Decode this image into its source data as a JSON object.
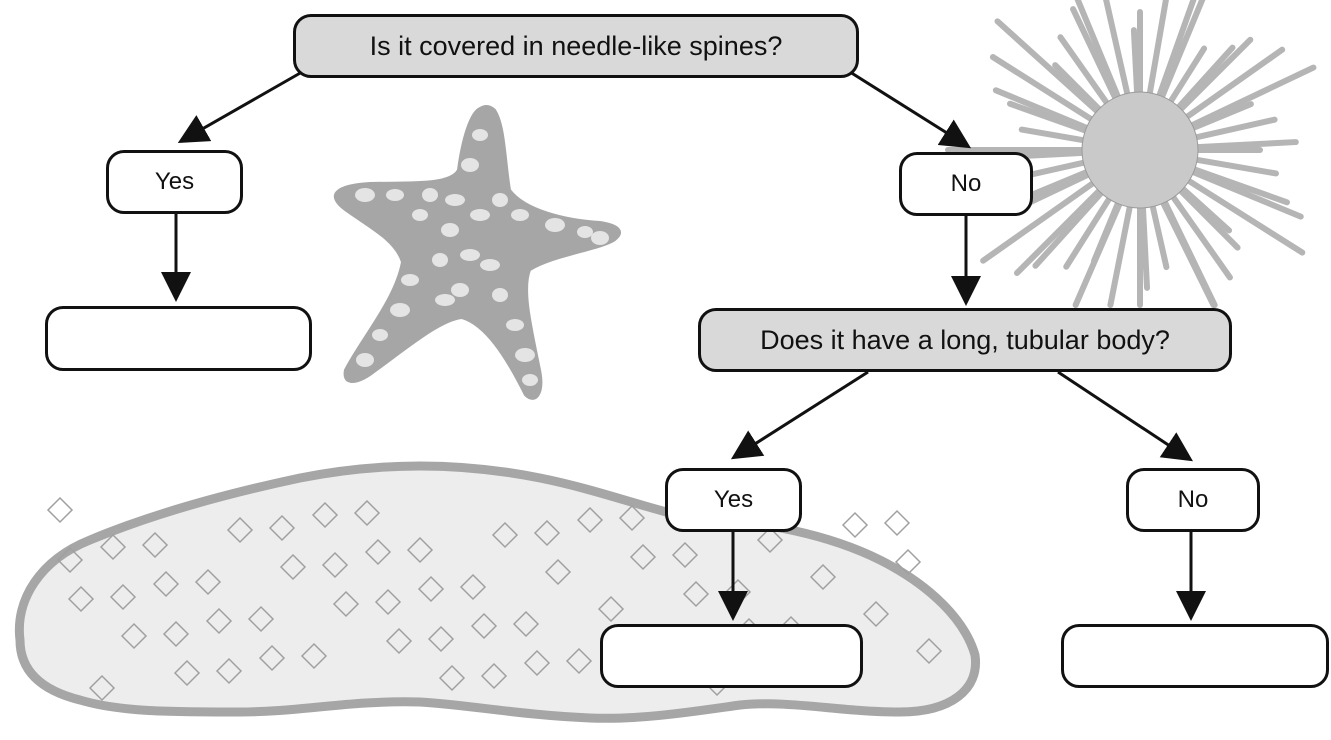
{
  "flowchart": {
    "question_1": "Is it covered in needle-like spines?",
    "branch_1_yes": "Yes",
    "branch_1_no": "No",
    "question_2": "Does it have a long, tubular body?",
    "branch_2_yes": "Yes",
    "branch_2_no": "No",
    "answer_blanks": [
      "",
      "",
      ""
    ]
  },
  "colors": {
    "question_fill": "#d9d9d9",
    "outline": "#111111",
    "illustration_gray": "#a6a6a6",
    "illustration_light": "#ededed"
  }
}
